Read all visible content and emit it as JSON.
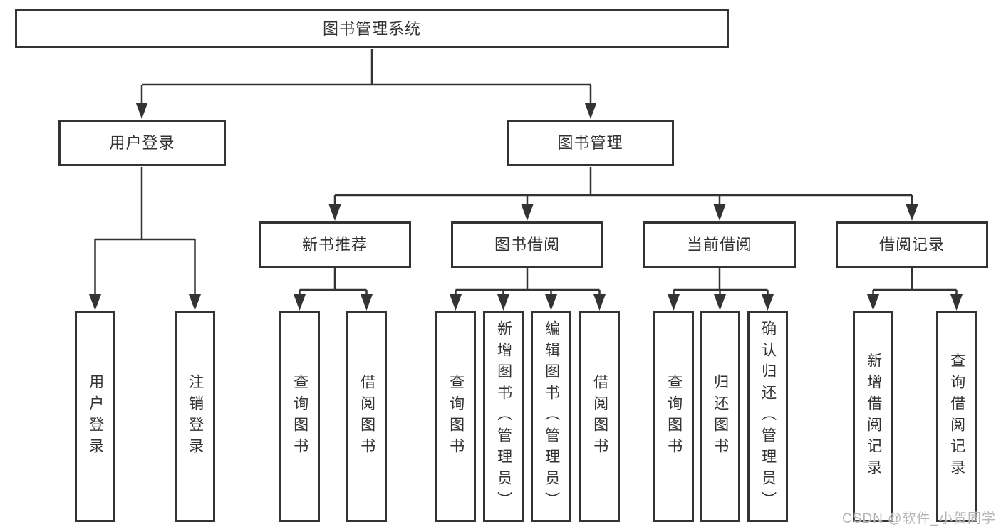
{
  "diagram": {
    "root": {
      "label": "图书管理系统"
    },
    "branches": [
      {
        "label": "用户登录",
        "children": [
          {
            "label": "用户登录"
          },
          {
            "label": "注销登录"
          }
        ]
      },
      {
        "label": "图书管理",
        "children": [
          {
            "label": "新书推荐",
            "children": [
              {
                "label": "查询图书"
              },
              {
                "label": "借阅图书"
              }
            ]
          },
          {
            "label": "图书借阅",
            "children": [
              {
                "label": "查询图书"
              },
              {
                "label": "新增图书（管理员）"
              },
              {
                "label": "编辑图书（管理员）"
              },
              {
                "label": "借阅图书"
              }
            ]
          },
          {
            "label": "当前借阅",
            "children": [
              {
                "label": "查询图书"
              },
              {
                "label": "归还图书"
              },
              {
                "label": "确认归还（管理员）"
              }
            ]
          },
          {
            "label": "借阅记录",
            "children": [
              {
                "label": "新增借阅记录"
              },
              {
                "label": "查询借阅记录"
              }
            ]
          }
        ]
      }
    ],
    "watermark": {
      "text": "CSDN @软件_小贺同学"
    },
    "colors": {
      "line": "#333333",
      "text": "#333333",
      "background": "#ffffff",
      "watermark": "#b5b5b5"
    }
  }
}
